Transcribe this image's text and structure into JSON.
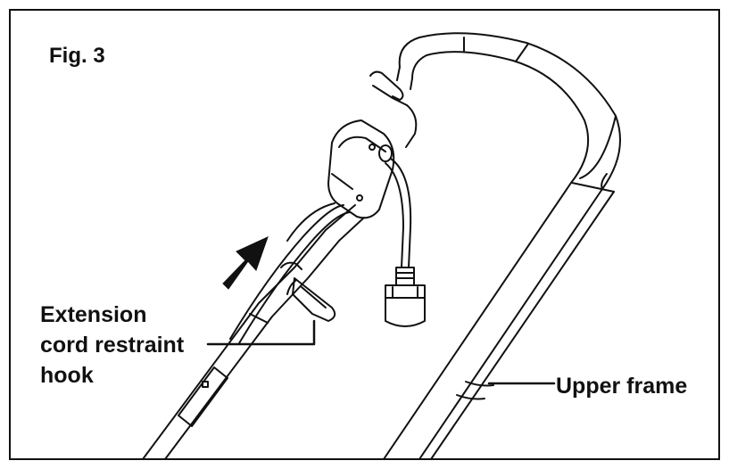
{
  "figure": {
    "label": "Fig. 3"
  },
  "callouts": {
    "hook": {
      "lines": [
        "Extension",
        "cord restraint",
        "hook"
      ]
    },
    "frame": {
      "text": "Upper frame"
    }
  },
  "colors": {
    "ink": "#111111",
    "background": "#ffffff"
  }
}
